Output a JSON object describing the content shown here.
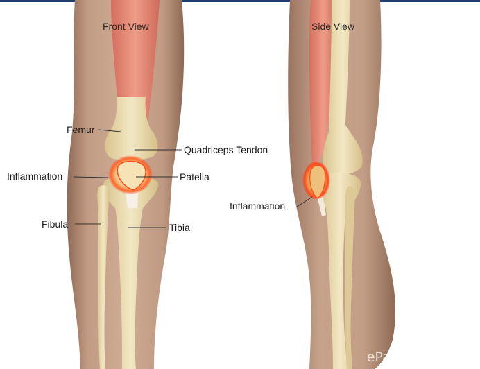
{
  "views": {
    "front_title": "Front View",
    "side_title": "Side View"
  },
  "labels": {
    "femur": "Femur",
    "quadriceps_tendon": "Quadriceps Tendon",
    "inflammation_front": "Inflammation",
    "patella": "Patella",
    "fibula": "Fibula",
    "tibia": "Tibia",
    "inflammation_side": "Inflammation"
  },
  "watermark": "ePainAssist.com",
  "colors": {
    "background": "#ffffff",
    "skin": "#b98e74",
    "bone": "#eadbb0",
    "muscle": "#d9776a",
    "inflammation": "#ff3b1a",
    "label_text": "#1a1a1a"
  }
}
